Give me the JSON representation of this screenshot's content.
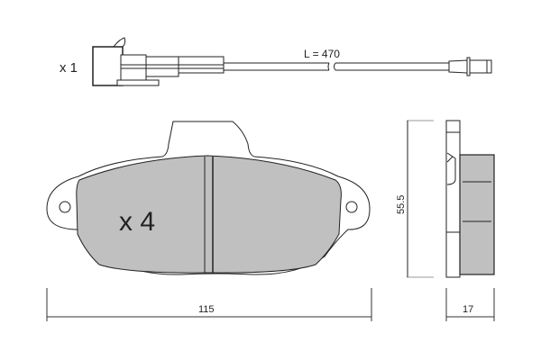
{
  "sensor": {
    "quantity_label": "x 1",
    "length_label": "L = 470"
  },
  "pad": {
    "quantity_label": "x 4",
    "fill_color": "#c0c0c0"
  },
  "dimensions": {
    "width_label": "115",
    "height_label": "55.5",
    "thickness_label": "17"
  }
}
